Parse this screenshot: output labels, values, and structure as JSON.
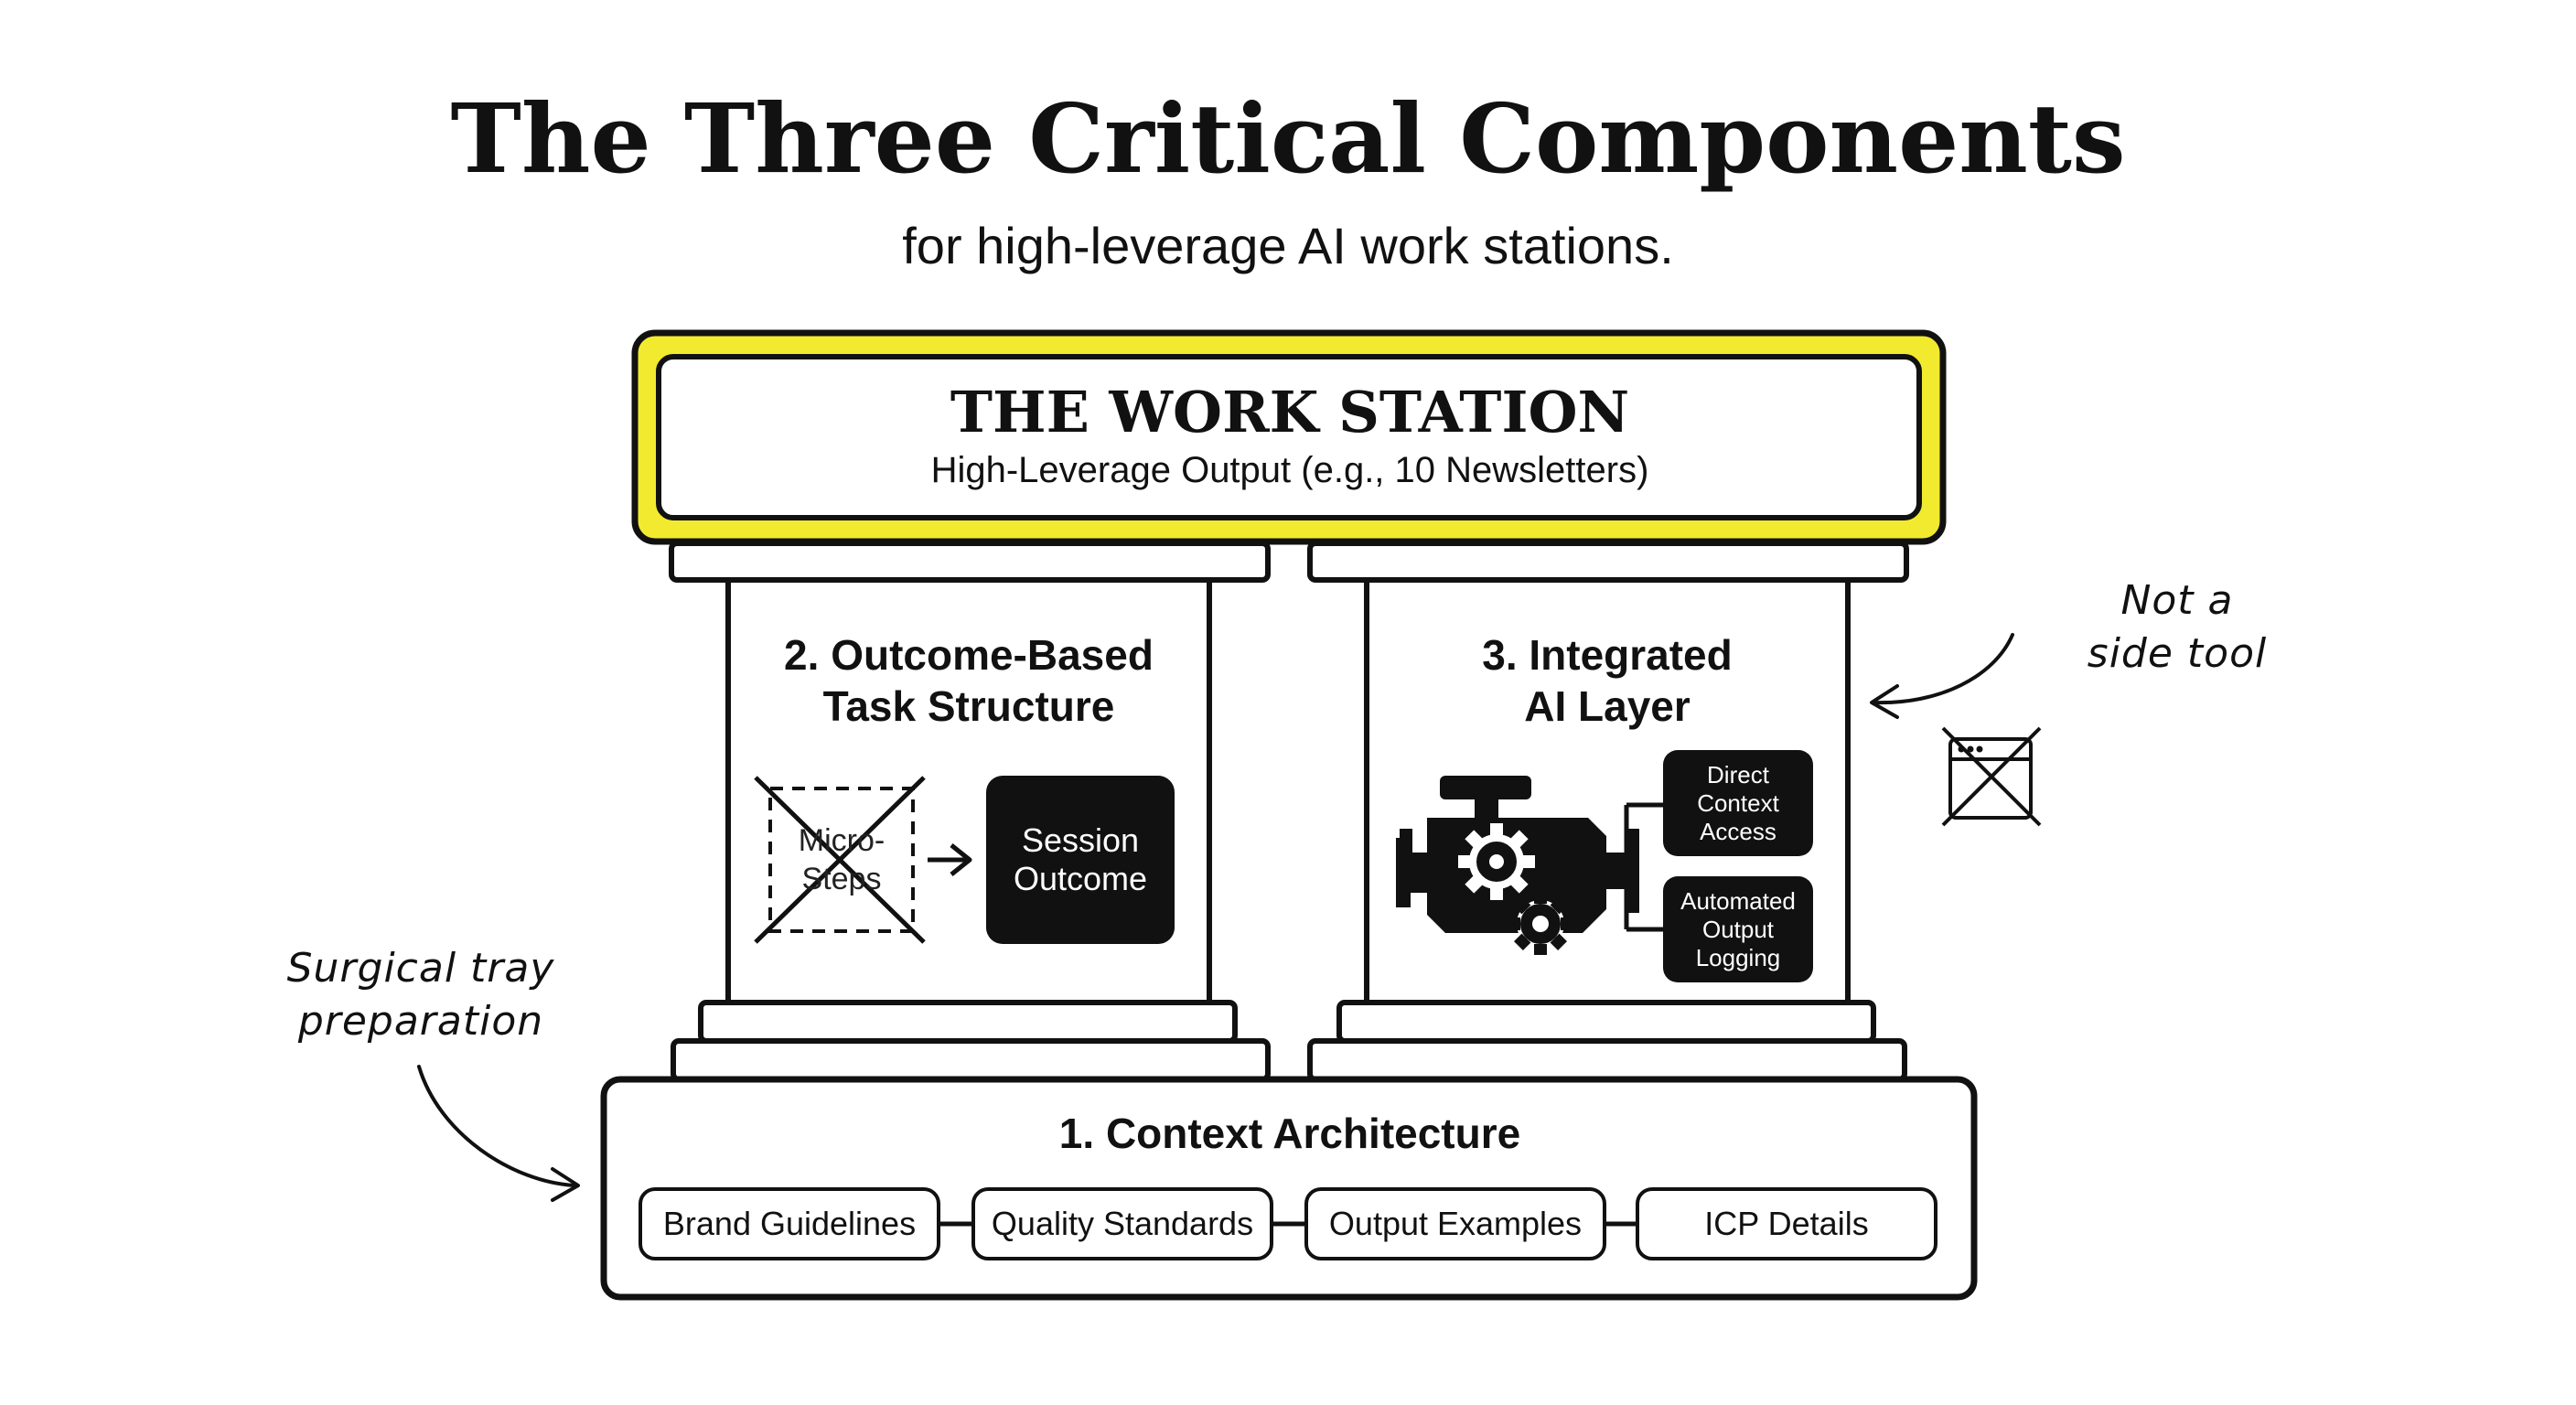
{
  "header": {
    "title": "The Three Critical Components",
    "subtitle": "for high-leverage AI work stations."
  },
  "roof": {
    "title": "THE WORK STATION",
    "subtitle": "High-Leverage Output (e.g., 10 Newsletters)"
  },
  "pillar_left": {
    "title_line1": "2. Outcome-Based",
    "title_line2": "Task Structure",
    "crossed_line1": "Micro-",
    "crossed_line2": "Steps",
    "outcome_line1": "Session",
    "outcome_line2": "Outcome"
  },
  "pillar_right": {
    "title_line1": "3. Integrated",
    "title_line2": "AI Layer",
    "box1_line1": "Direct",
    "box1_line2": "Context",
    "box1_line3": "Access",
    "box2_line1": "Automated",
    "box2_line2": "Output",
    "box2_line3": "Logging"
  },
  "base": {
    "title": "1. Context Architecture",
    "items": [
      "Brand Guidelines",
      "Quality Standards",
      "Output Examples",
      "ICP Details"
    ]
  },
  "annotations": {
    "right_line1": "Not a",
    "right_line2": "side tool",
    "left_line1": "Surgical tray",
    "left_line2": "preparation"
  },
  "colors": {
    "accent": "#f2ea2e",
    "ink": "#111111",
    "background": "#ffffff"
  },
  "icons": [
    "engine-gear-icon",
    "crossed-window-icon",
    "arrow-right-icon"
  ]
}
